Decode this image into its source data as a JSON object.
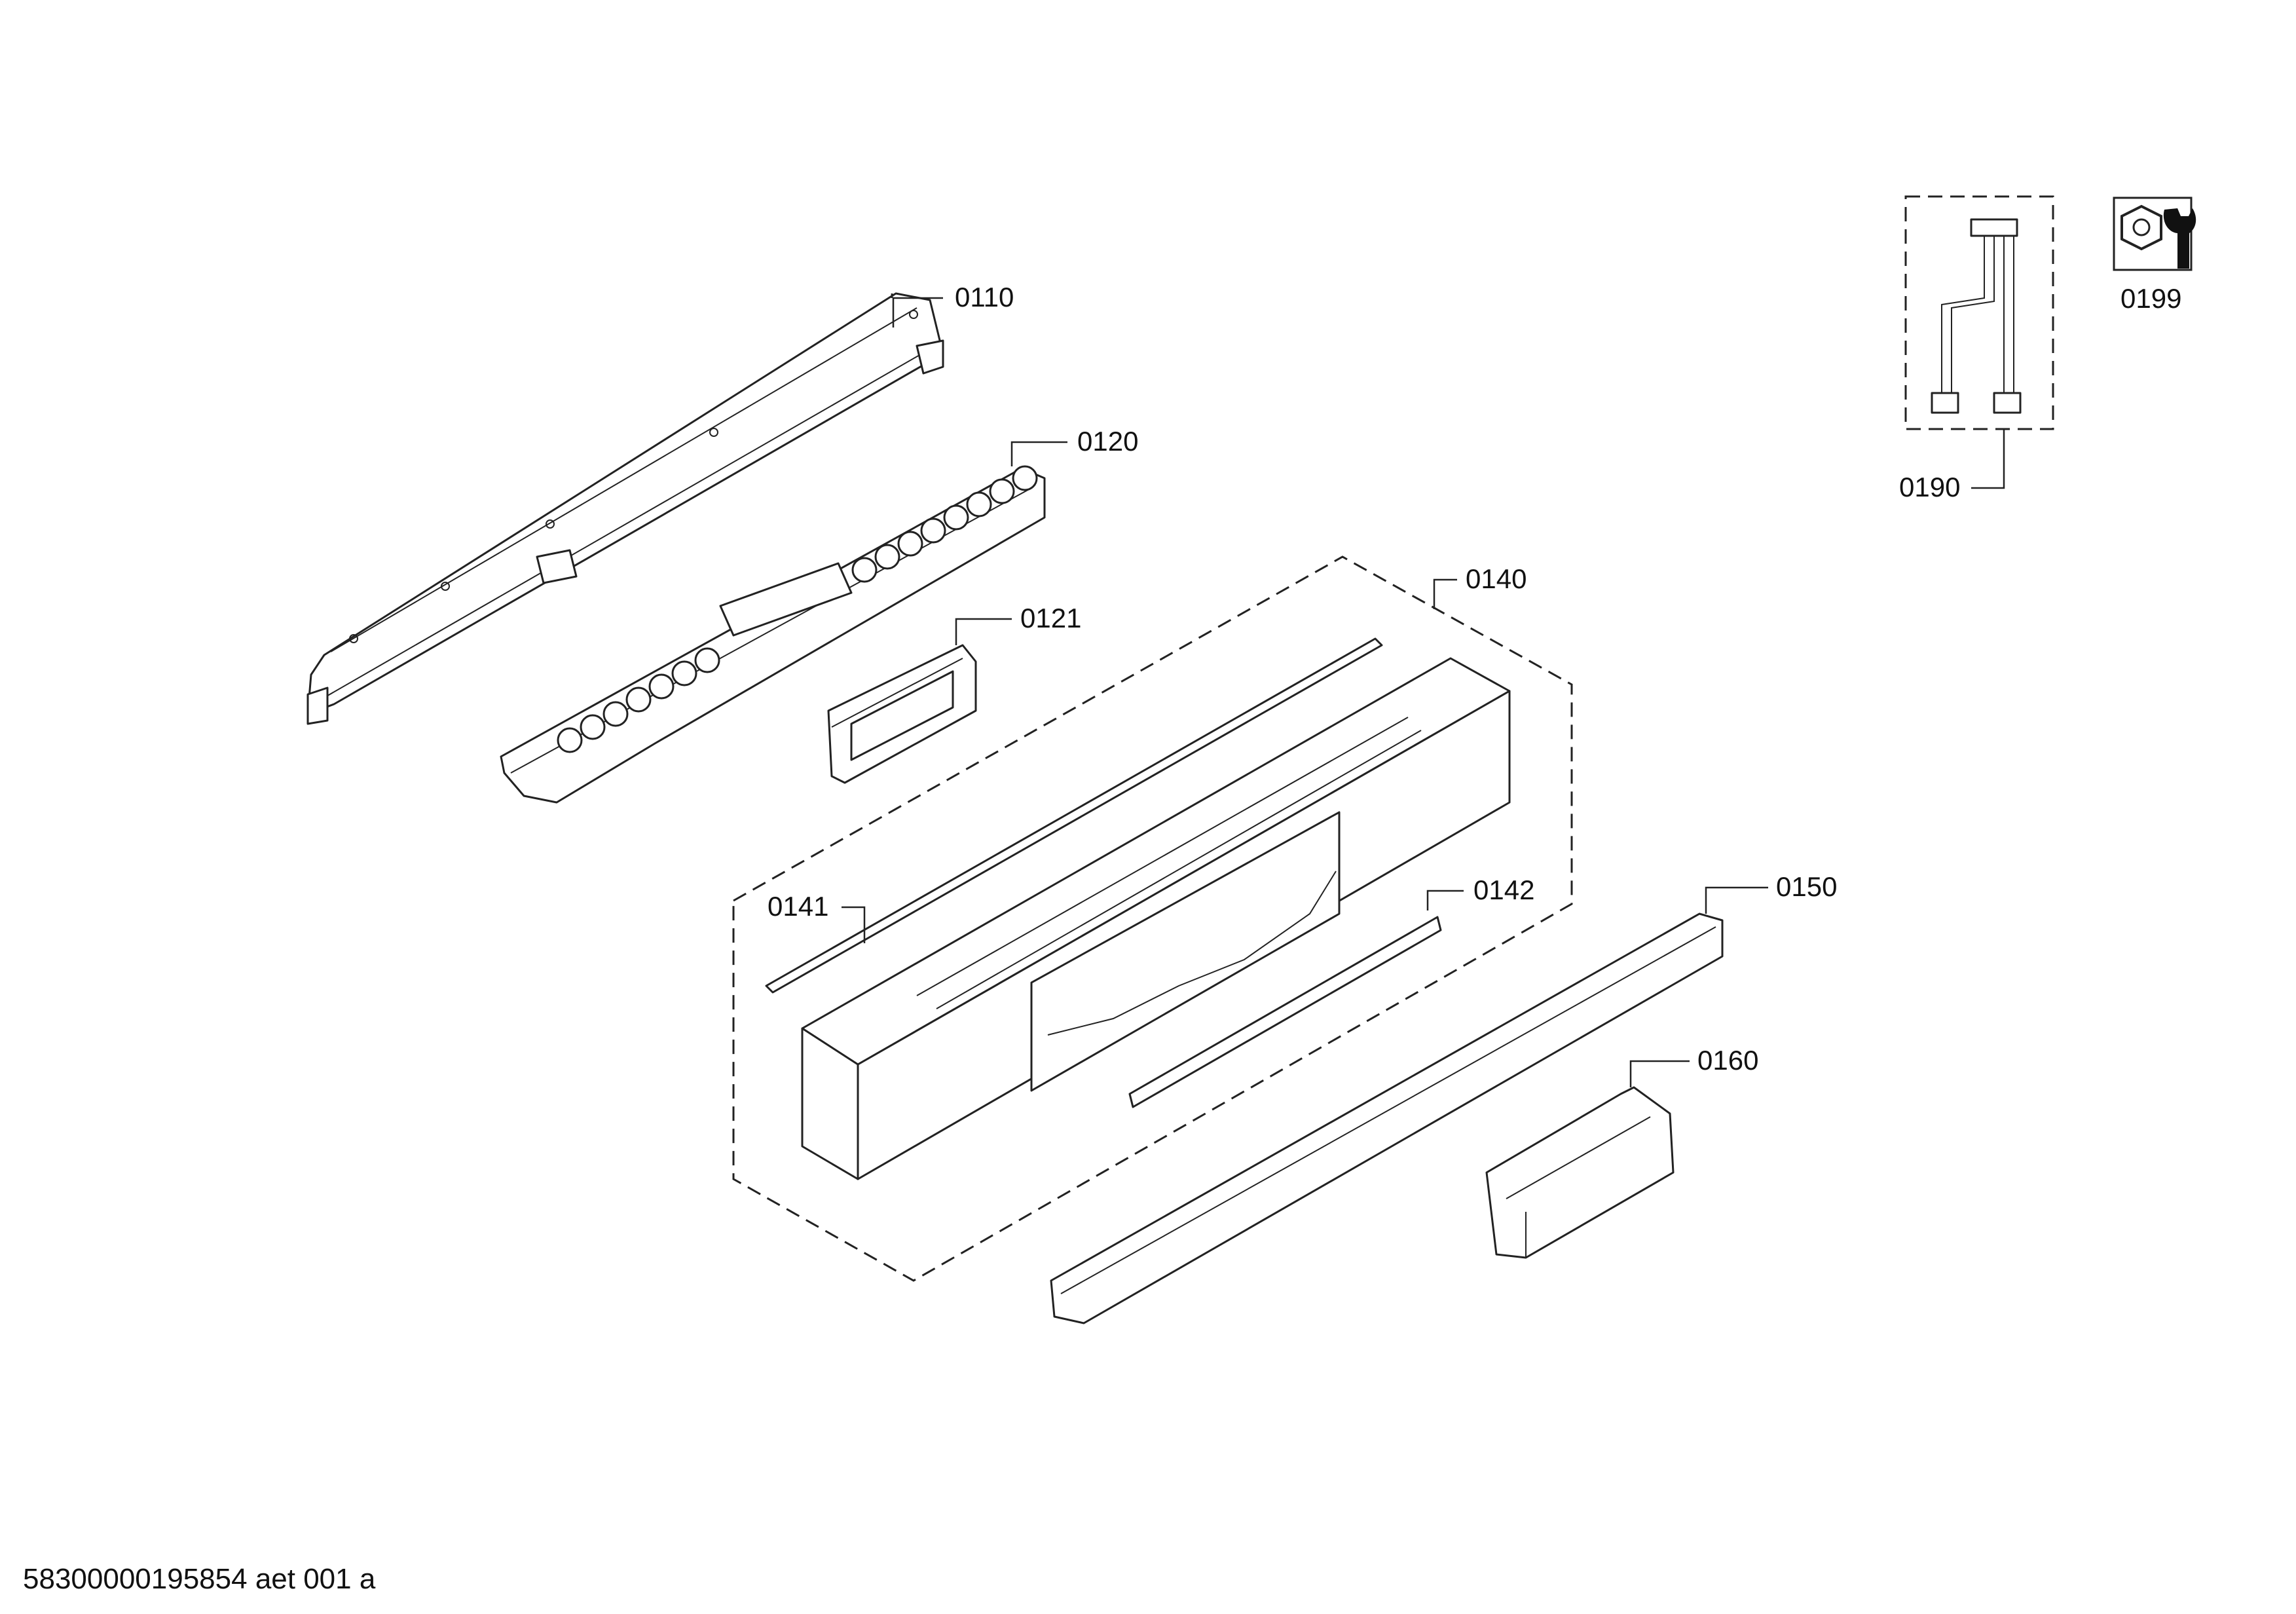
{
  "labels": {
    "p0110": "0110",
    "p0120": "0120",
    "p0121": "0121",
    "p0140": "0140",
    "p0141": "0141",
    "p0142": "0142",
    "p0150": "0150",
    "p0160": "0160",
    "p0190": "0190",
    "p0199": "0199"
  },
  "footer": "58300000195854 aet 001 a",
  "icons": {
    "p0199": "nut-and-wrench-icon",
    "p0190": "wiring-harness-icon"
  }
}
